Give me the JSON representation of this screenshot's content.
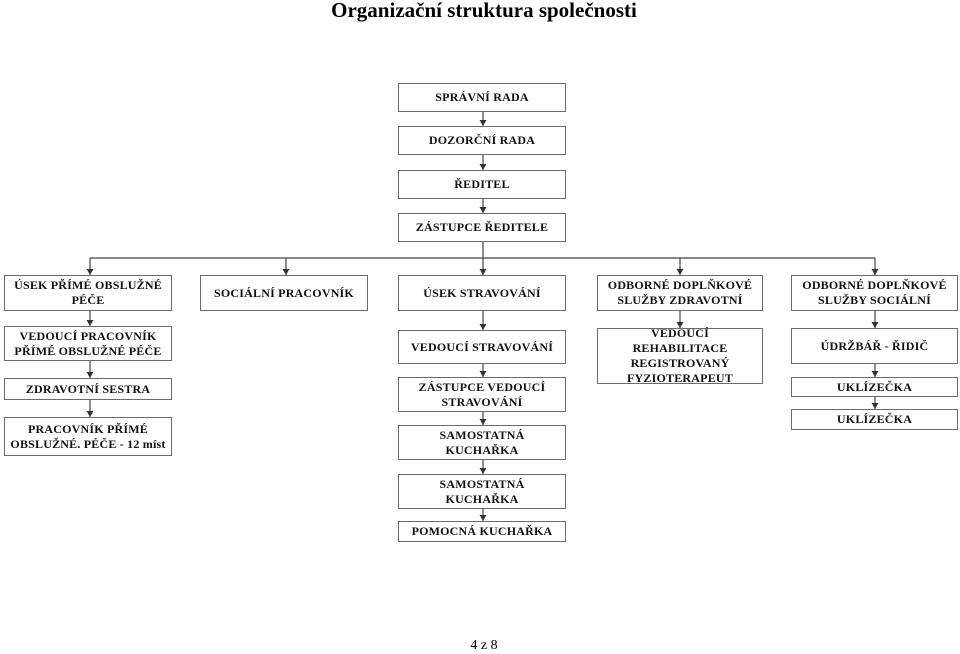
{
  "document": {
    "title": "Organizační struktura společnosti",
    "page_number": "4",
    "page_separator": "z",
    "page_total": "8"
  },
  "org_chart": {
    "top_chain": [
      "SPRÁVNÍ RADA",
      "DOZORČNÍ RADA",
      "ŘEDITEL",
      "ZÁSTUPCE ŘEDITELE"
    ],
    "departments": [
      {
        "head": "ÚSEK PŘÍMÉ OBSLUŽNÉ\nPÉČE",
        "staff": [
          "VEDOUCÍ PRACOVNÍK\nPŘÍMÉ OBSLUŽNÉ PÉČE",
          "ZDRAVOTNÍ SESTRA",
          "PRACOVNÍK PŘÍMÉ\nOBSLUŽNÉ. PÉČE - 12 míst"
        ]
      },
      {
        "head": "SOCIÁLNÍ PRACOVNÍK",
        "staff": []
      },
      {
        "head": "ÚSEK STRAVOVÁNÍ",
        "staff": [
          "VEDOUCÍ STRAVOVÁNÍ",
          "ZÁSTUPCE VEDOUCÍ\nSTRAVOVÁNÍ",
          "SAMOSTATNÁ KUCHAŘKA",
          "SAMOSTATNÁ KUCHAŘKA",
          "POMOCNÁ KUCHAŘKA"
        ]
      },
      {
        "head": "ODBORNÉ DOPLŇKOVÉ\nSLUŽBY ZDRAVOTNÍ",
        "staff": [
          "VEDOUCÍ REHABILITACE\nREGISTROVANÝ\nFYZIOTERAPEUT"
        ]
      },
      {
        "head": "ODBORNÉ DOPLŇKOVÉ\nSLUŽBY SOCIÁLNÍ",
        "staff": [
          "ÚDRŽBÁŘ - ŘIDIČ",
          "UKLÍZEČKA",
          "UKLÍZEČKA"
        ]
      }
    ]
  }
}
